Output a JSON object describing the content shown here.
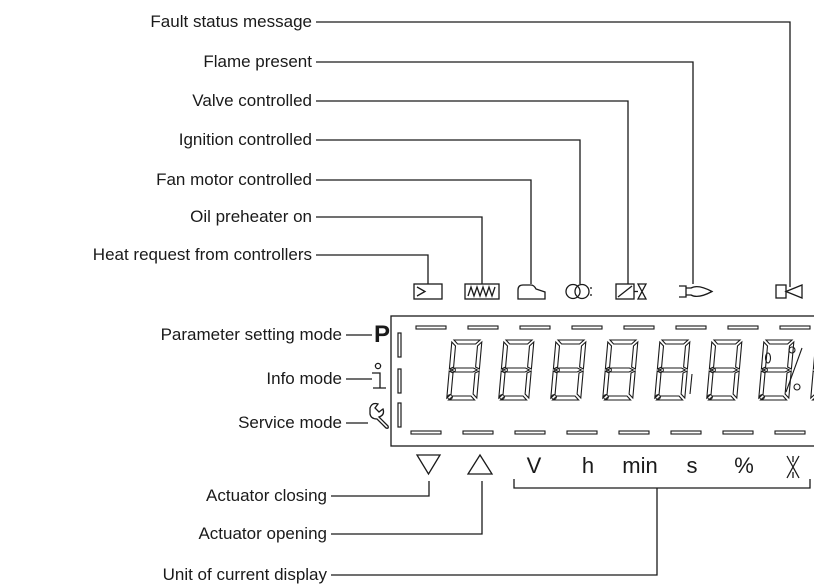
{
  "labels": {
    "fault_status": "Fault status message",
    "flame_present": "Flame present",
    "valve_controlled": "Valve controlled",
    "ignition_controlled": "Ignition controlled",
    "fan_motor": "Fan motor controlled",
    "oil_preheater": "Oil preheater on",
    "heat_request": "Heat request from controllers",
    "parameter_mode": "Parameter setting mode",
    "info_mode": "Info mode",
    "service_mode": "Service mode",
    "actuator_closing": "Actuator closing",
    "actuator_opening": "Actuator opening",
    "unit_display": "Unit of current display"
  },
  "display": {
    "parameter_symbol": "P",
    "units": [
      "V",
      "h",
      "min",
      "s",
      "%"
    ]
  },
  "icons": [
    "heat-request-icon",
    "oil-preheater-icon",
    "fan-motor-icon",
    "ignition-icon",
    "valve-icon",
    "flame-icon",
    "fault-icon",
    "info-icon",
    "wrench-icon",
    "triangle-down-icon",
    "triangle-up-icon",
    "flow-unit-icon"
  ]
}
